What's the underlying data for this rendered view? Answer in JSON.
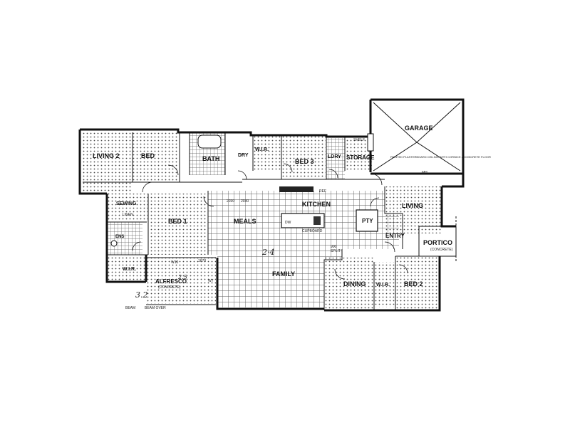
{
  "rooms": {
    "living2": "LIVING 2",
    "bed": "BED",
    "bath": "BATH",
    "dry": "DRY",
    "wir_top": "W.I.R.",
    "bed3": "BED 3",
    "lndry": "LDRY",
    "storage": "STORAGE",
    "garage": "GARAGE",
    "sewing": "SEWING",
    "bed1": "BED 1",
    "meals": "MEALS",
    "kitchen": "KITCHEN",
    "pty": "PTY",
    "living": "LIVING",
    "entry": "ENTRY",
    "portico": "PORTICO",
    "family": "FAMILY",
    "dining": "DINING",
    "wir_bottom": "W.I.R.",
    "bed2": "BED 2",
    "wir_left": "W.I.R.",
    "ens": "ENS",
    "alfresco": "ALFRESCO"
  },
  "notes": {
    "garage_note": "PAINTED PLASTERBOARD CEILING WITH CORNICE & CONCRETE FLOOR",
    "portico_note": "(CONCRETE)",
    "alfresco_note": "(CONCRETE)",
    "shelf": "SHELF",
    "linen": "LINEN",
    "ref": "REF",
    "mh": "MH",
    "dw": "DW",
    "cupboard": "CUPBOARD",
    "beam_over": "BEAM OVER",
    "beam": "BEAM"
  },
  "dimensions": {
    "d2030": "2030",
    "d2030b": "2030",
    "d1670": "1670",
    "d900": "900",
    "w10": "W10",
    "w7": "W7",
    "split": "SPLIT"
  },
  "handwritten": {
    "family_scale": "2·4",
    "alfresco_scale": "3.2",
    "alfresco_scale2": "2.5"
  }
}
